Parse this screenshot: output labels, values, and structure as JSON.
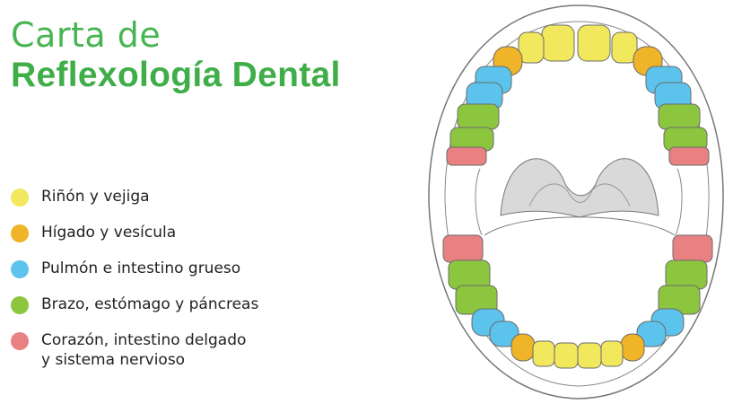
{
  "title": {
    "line1": "Carta de",
    "line2": "Reflexología Dental"
  },
  "legend": [
    {
      "label": "Riñón y vejiga",
      "color": "#f2e85d"
    },
    {
      "label": "Hígado y vesícula",
      "color": "#f0b428"
    },
    {
      "label": "Pulmón e intestino grueso",
      "color": "#5bc3ec"
    },
    {
      "label": "Brazo, estómago y páncreas",
      "color": "#8cc63f"
    },
    {
      "label": "Corazón, intestino delgado\ny sistema nervioso",
      "color": "#e98082"
    }
  ],
  "colors": {
    "yellow": "#f2e85d",
    "orange": "#f0b428",
    "blue": "#5bc3ec",
    "green": "#8cc63f",
    "red": "#e98082",
    "palate": "#d9d9d9",
    "outline": "#6b6b6b"
  }
}
